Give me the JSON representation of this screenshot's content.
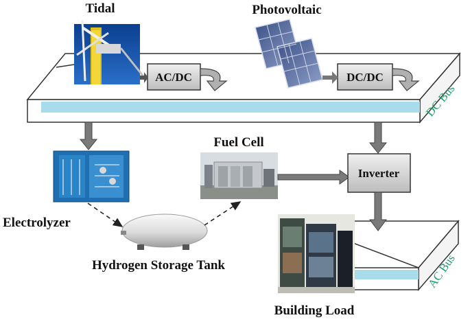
{
  "diagram": {
    "sources": {
      "tidal": "Tidal",
      "photovoltaic": "Photovoltaic",
      "fuel_cell": "Fuel Cell",
      "electrolyzer": "Electrolyzer",
      "hydrogen_tank": "Hydrogen Storage Tank",
      "building_load": "Building Load"
    },
    "converters": {
      "ac_dc": "AC/DC",
      "dc_dc": "DC/DC",
      "inverter": "Inverter"
    },
    "buses": {
      "dc_bus": "DC Bus",
      "ac_bus": "AC Bus"
    },
    "colors": {
      "bus_fill": "#a9dcea",
      "box_fill": "#d6d6d6",
      "arrow": "#7a7a7a",
      "bus_label": "#1aa06a"
    }
  }
}
